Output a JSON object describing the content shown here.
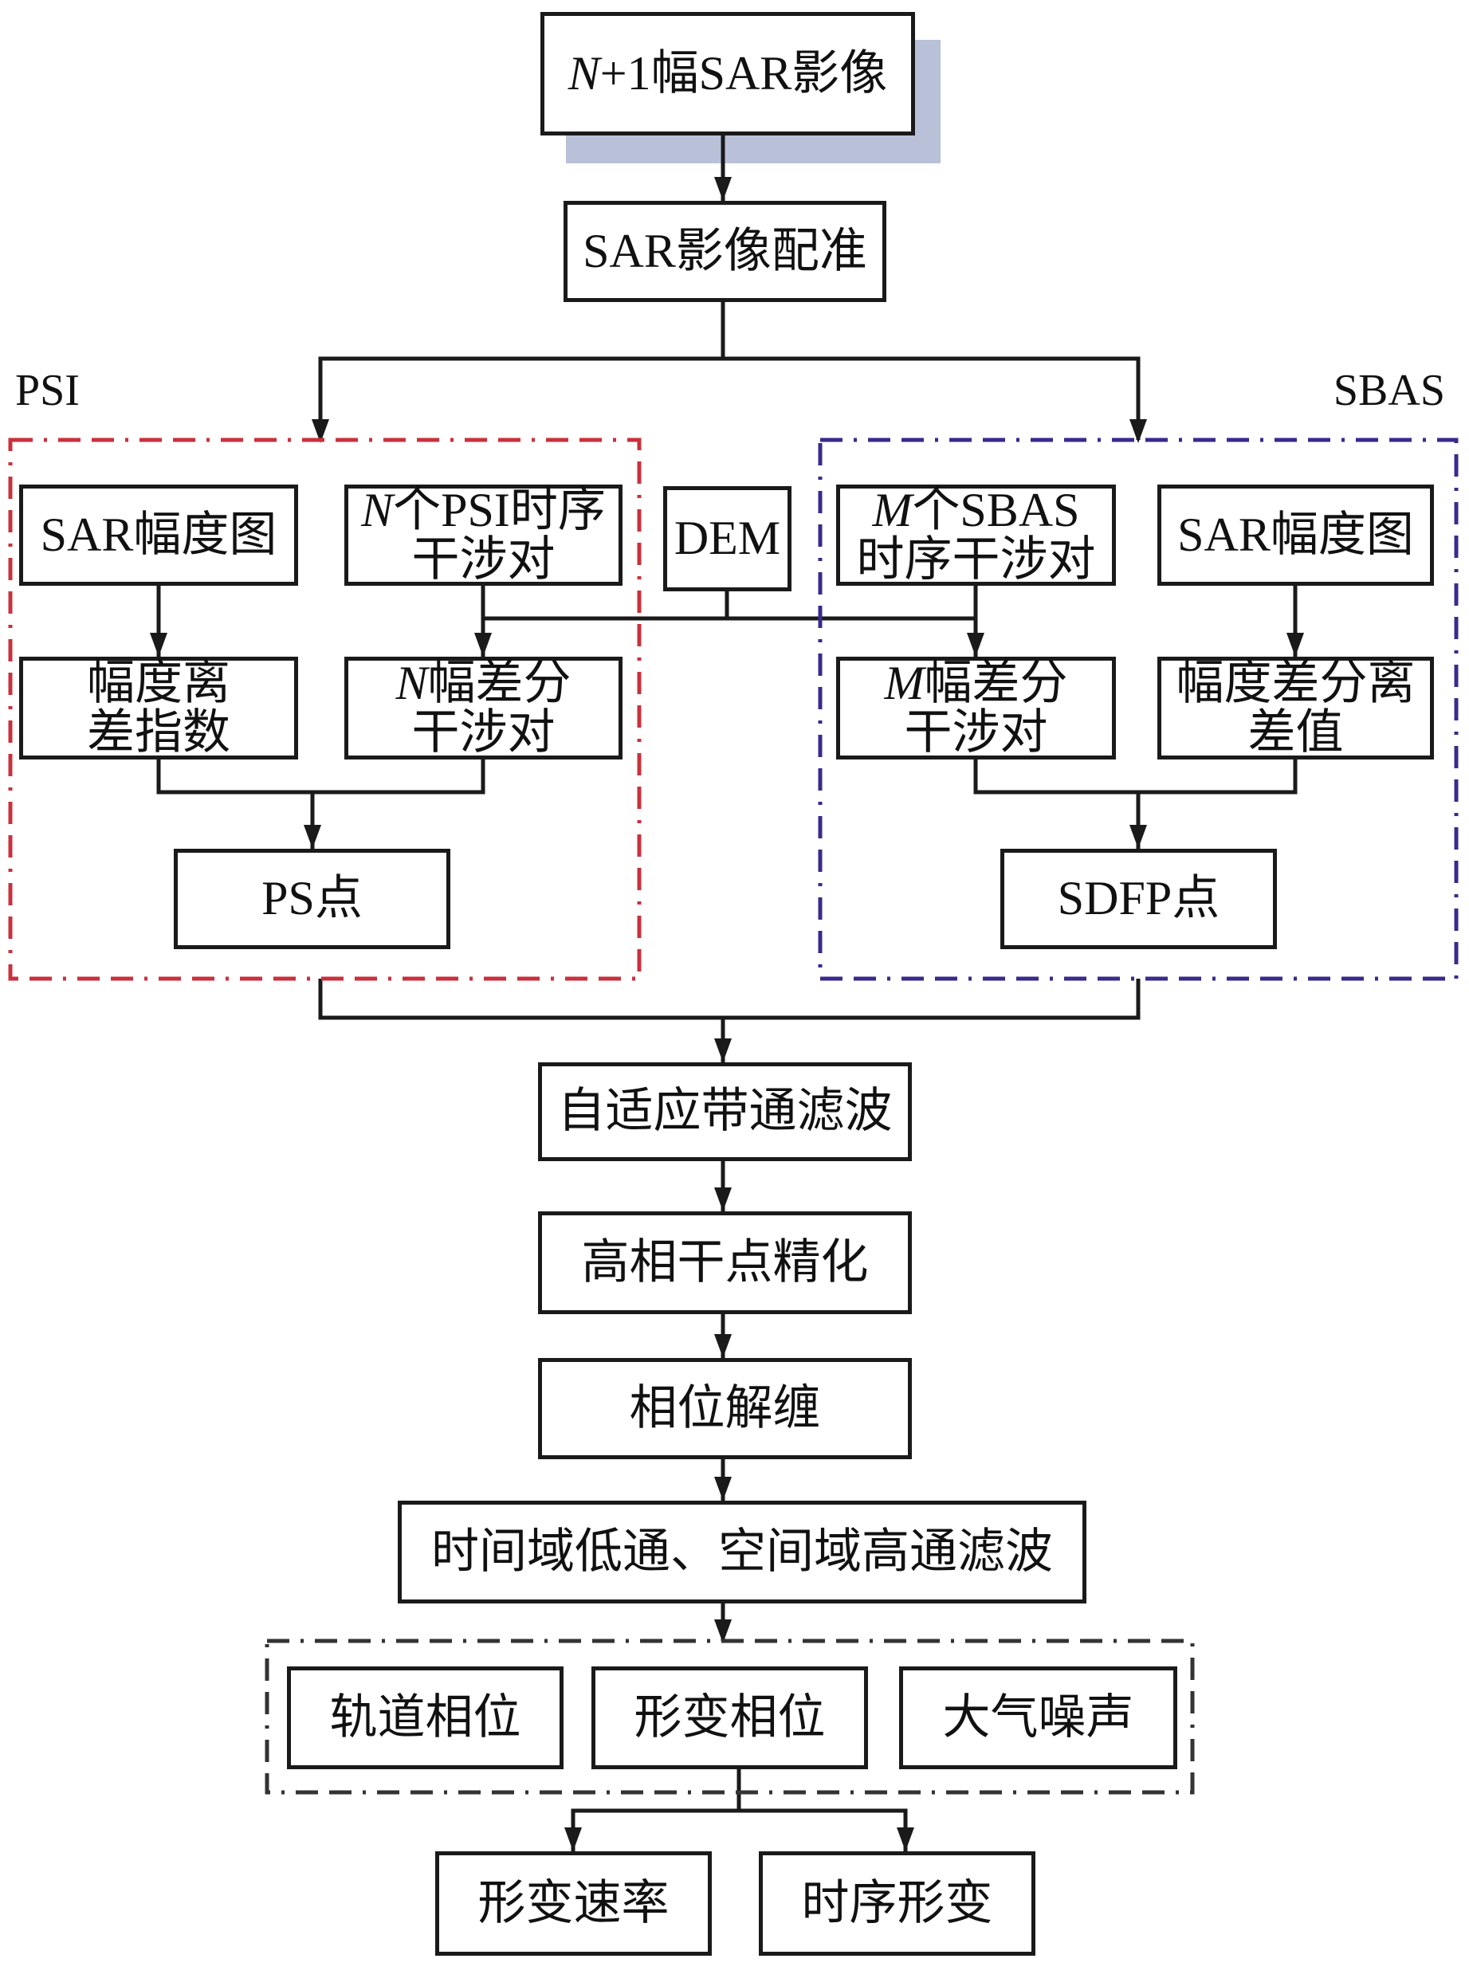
{
  "diagram": {
    "nodes": {
      "input": {
        "italic": "N",
        "text": "+1幅SAR影像"
      },
      "registration": {
        "text": "SAR影像配准"
      },
      "psi_amp": {
        "text": "SAR幅度图"
      },
      "psi_series": {
        "italic": "N",
        "line1": "个PSI时序",
        "line2": "干涉对"
      },
      "dem": {
        "text": "DEM"
      },
      "sbas_series": {
        "italic": "M",
        "line1": "个SBAS",
        "line2": "时序干涉对"
      },
      "sbas_amp": {
        "text": "SAR幅度图"
      },
      "amp_dispersion": {
        "line1": "幅度离",
        "line2": "差指数"
      },
      "psi_diff": {
        "italic": "N",
        "line1": "幅差分",
        "line2": "干涉对"
      },
      "sbas_diff": {
        "italic": "M",
        "line1": "幅差分",
        "line2": "干涉对"
      },
      "amp_diff_dispersion": {
        "line1": "幅度差分离",
        "line2": "差值"
      },
      "ps_points": {
        "text": "PS点"
      },
      "sdfp_points": {
        "text": "SDFP点"
      },
      "adaptive_filter": {
        "text": "自适应带通滤波"
      },
      "refine": {
        "text": "高相干点精化"
      },
      "unwrap": {
        "text": "相位解缠"
      },
      "spatiotemporal_filter": {
        "text": "时间域低通、空间域高通滤波"
      },
      "orbit_phase": {
        "text": "轨道相位"
      },
      "deformation_phase": {
        "text": "形变相位"
      },
      "atmo_noise": {
        "text": "大气噪声"
      },
      "deformation_rate": {
        "text": "形变速率"
      },
      "time_series_deformation": {
        "text": "时序形变"
      }
    },
    "groups": {
      "psi": {
        "label": "PSI",
        "color": "#c8323c"
      },
      "sbas": {
        "label": "SBAS",
        "color": "#3a2a8c"
      },
      "components": {
        "color": "#333333"
      }
    },
    "shadow_color": "#b9c1d9"
  }
}
